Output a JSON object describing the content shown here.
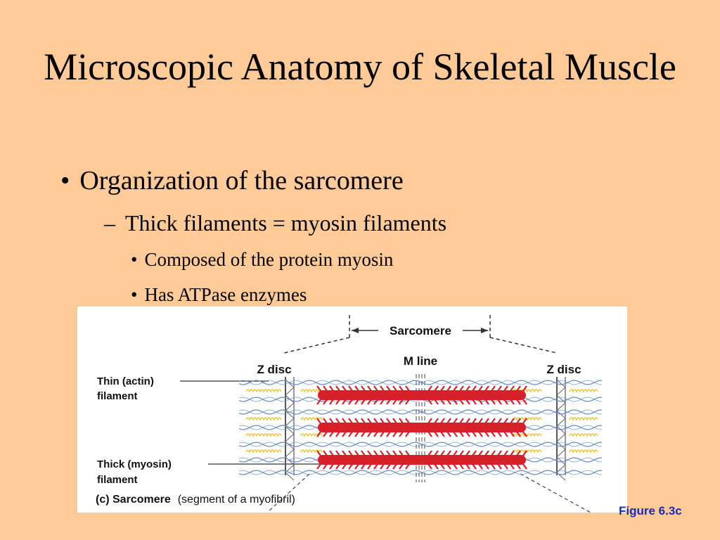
{
  "slide": {
    "title": "Microscopic Anatomy of Skeletal Muscle",
    "bullets": {
      "level1": "Organization of the sarcomere",
      "level2": "Thick filaments = myosin filaments",
      "level3": [
        "Composed of the protein myosin",
        "Has ATPase enzymes"
      ]
    },
    "markers": {
      "l1": "•",
      "l2": "–",
      "l3": "•"
    }
  },
  "figure": {
    "labels": {
      "sarcomere": "Sarcomere",
      "m_line": "M line",
      "z_disc_left": "Z disc",
      "z_disc_right": "Z disc",
      "thin_line1": "Thin (actin)",
      "thin_line2": "filament",
      "thick_line1": "Thick (myosin)",
      "thick_line2": "filament",
      "caption_bold": "(c) Sarcomere",
      "caption_rest": "(segment of a myofibril)"
    },
    "reference": "Figure 6.3c",
    "colors": {
      "myosin": "#d6202a",
      "actin": "#6d8fc4",
      "titin": "#e8c63a"
    }
  }
}
